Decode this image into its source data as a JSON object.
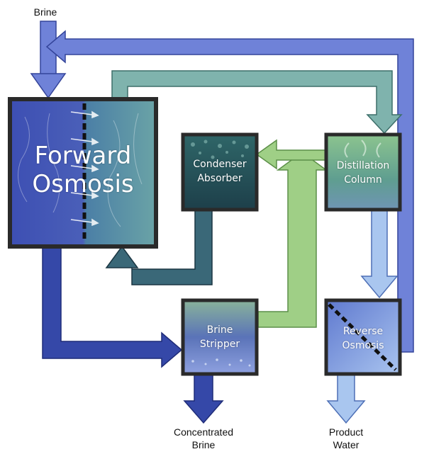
{
  "inputs": {
    "brine": "Brine"
  },
  "processes": {
    "forward_osmosis": {
      "line1": "Forward",
      "line2": "Osmosis"
    },
    "condenser_absorber": {
      "line1": "Condenser",
      "line2": "Absorber"
    },
    "distillation_column": {
      "line1": "Distillation",
      "line2": "Column"
    },
    "brine_stripper": {
      "line1": "Brine",
      "line2": "Stripper"
    },
    "reverse_osmosis": {
      "line1": "Reverse",
      "line2": "Osmosis"
    }
  },
  "outputs": {
    "concentrated_brine": {
      "line1": "Concentrated",
      "line2": "Brine"
    },
    "product_water": {
      "line1": "Product",
      "line2": "Water"
    }
  },
  "colors": {
    "brine_flow": "#6f82d8",
    "dilute_flow": "#3548a8",
    "draw_flow": "#7fb3ad",
    "vapor_flow": "#9fcf86",
    "liquid_return": "#3a6878",
    "water_flow": "#a9c6ef",
    "box_border": "#2a2a2a"
  }
}
